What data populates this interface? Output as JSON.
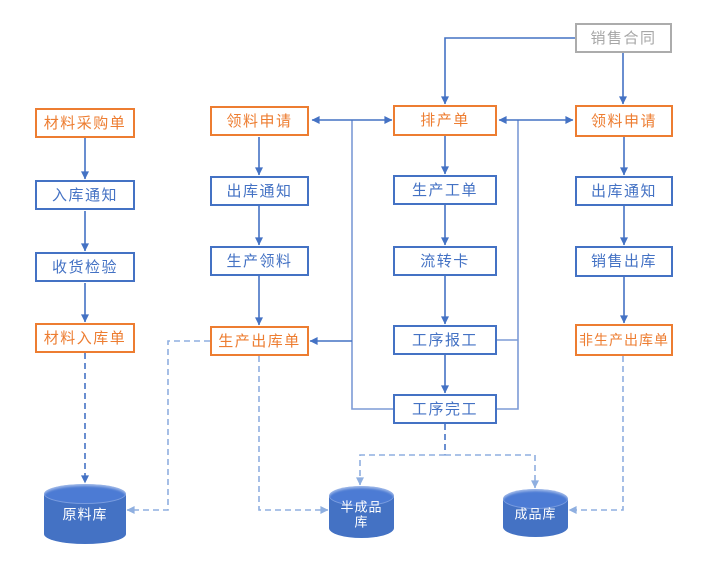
{
  "flowchart": {
    "sales_contract": {
      "label": "销售合同"
    },
    "columns": [
      {
        "name": "material-purchasing",
        "items": [
          {
            "label": "材料采购单",
            "style": "orange"
          },
          {
            "label": "入库通知",
            "style": "blue"
          },
          {
            "label": "收货检验",
            "style": "blue"
          },
          {
            "label": "材料入库单",
            "style": "orange"
          }
        ]
      },
      {
        "name": "production-picking",
        "items": [
          {
            "label": "领料申请",
            "style": "orange"
          },
          {
            "label": "出库通知",
            "style": "blue"
          },
          {
            "label": "生产领料",
            "style": "blue"
          },
          {
            "label": "生产出库单",
            "style": "orange"
          }
        ]
      },
      {
        "name": "production",
        "items": [
          {
            "label": "排产单",
            "style": "orange"
          },
          {
            "label": "生产工单",
            "style": "blue"
          },
          {
            "label": "流转卡",
            "style": "blue"
          },
          {
            "label": "工序报工",
            "style": "blue"
          },
          {
            "label": "工序完工",
            "style": "blue"
          }
        ]
      },
      {
        "name": "sales-outbound",
        "items": [
          {
            "label": "领料申请",
            "style": "orange"
          },
          {
            "label": "出库通知",
            "style": "blue"
          },
          {
            "label": "销售出库",
            "style": "blue"
          },
          {
            "label": "非生产出库单",
            "style": "orange"
          }
        ]
      }
    ],
    "stores": [
      {
        "label": "原料库"
      },
      {
        "label": "半成品库"
      },
      {
        "label": "成品库"
      }
    ],
    "edges": [
      {
        "from": "销售合同",
        "to": "排产单",
        "style": "solid-arrow"
      },
      {
        "from": "销售合同",
        "to": "领料申请(销售)",
        "style": "solid-arrow"
      },
      {
        "from": "材料采购单",
        "to": "入库通知",
        "style": "solid-arrow"
      },
      {
        "from": "入库通知",
        "to": "收货检验",
        "style": "solid-arrow"
      },
      {
        "from": "收货检验",
        "to": "材料入库单",
        "style": "solid-arrow"
      },
      {
        "from": "材料入库单",
        "to": "原料库",
        "style": "dashed-arrow"
      },
      {
        "from": "排产单",
        "to": "领料申请(生产)",
        "style": "double-arrow"
      },
      {
        "from": "排产单",
        "to": "领料申请(销售)",
        "style": "double-arrow"
      },
      {
        "from": "领料申请(生产)",
        "to": "出库通知(生产)",
        "style": "solid-arrow"
      },
      {
        "from": "出库通知(生产)",
        "to": "生产领料",
        "style": "solid-arrow"
      },
      {
        "from": "生产领料",
        "to": "生产出库单",
        "style": "solid-arrow"
      },
      {
        "from": "生产出库单",
        "to": "原料库",
        "style": "dashed-arrow"
      },
      {
        "from": "生产出库单",
        "to": "半成品库",
        "style": "dashed-arrow"
      },
      {
        "from": "排产单",
        "to": "生产工单",
        "style": "solid-arrow"
      },
      {
        "from": "生产工单",
        "to": "流转卡",
        "style": "solid-arrow"
      },
      {
        "from": "流转卡",
        "to": "工序报工",
        "style": "solid-arrow"
      },
      {
        "from": "工序报工",
        "to": "工序完工",
        "style": "solid-arrow"
      },
      {
        "from": "工序完工",
        "to": "生产出库单",
        "style": "solid-arrow"
      },
      {
        "from": "工序完工",
        "to": "半成品库",
        "style": "dashed-arrow"
      },
      {
        "from": "工序完工",
        "to": "成品库",
        "style": "dashed-arrow"
      },
      {
        "from": "领料申请(销售)",
        "to": "出库通知(销售)",
        "style": "solid-arrow"
      },
      {
        "from": "出库通知(销售)",
        "to": "销售出库",
        "style": "solid-arrow"
      },
      {
        "from": "销售出库",
        "to": "非生产出库单",
        "style": "solid-arrow"
      },
      {
        "from": "非生产出库单",
        "to": "成品库",
        "style": "dashed-arrow"
      }
    ],
    "colors": {
      "orange": "#ED7D31",
      "blue": "#4472C4",
      "gray": "#A6A6A6",
      "connector_dark": "#4472C4",
      "connector_light": "#7D9BD6",
      "dashed_light": "#8FAFE0",
      "store_fill": "#4472C4"
    }
  }
}
